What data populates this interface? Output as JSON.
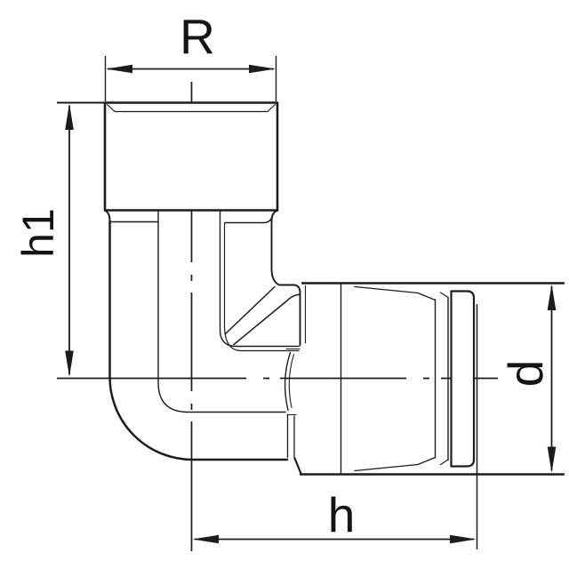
{
  "figure": {
    "description": "Technical line drawing of a 90-degree elbow pipe fitting with a threaded socket on top and a push-fit socket with end cap on the right, annotated with four dimensions"
  },
  "colors": {
    "background": "#ffffff",
    "line": "#1c1c1c",
    "text": "#141414"
  },
  "dims": {
    "R": {
      "label": "R",
      "orientation": "horizontal",
      "position": "top"
    },
    "h1": {
      "label": "h1",
      "orientation": "vertical",
      "position": "left"
    },
    "d": {
      "label": "d",
      "orientation": "vertical",
      "position": "right"
    },
    "h": {
      "label": "h",
      "orientation": "horizontal",
      "position": "bottom"
    }
  }
}
